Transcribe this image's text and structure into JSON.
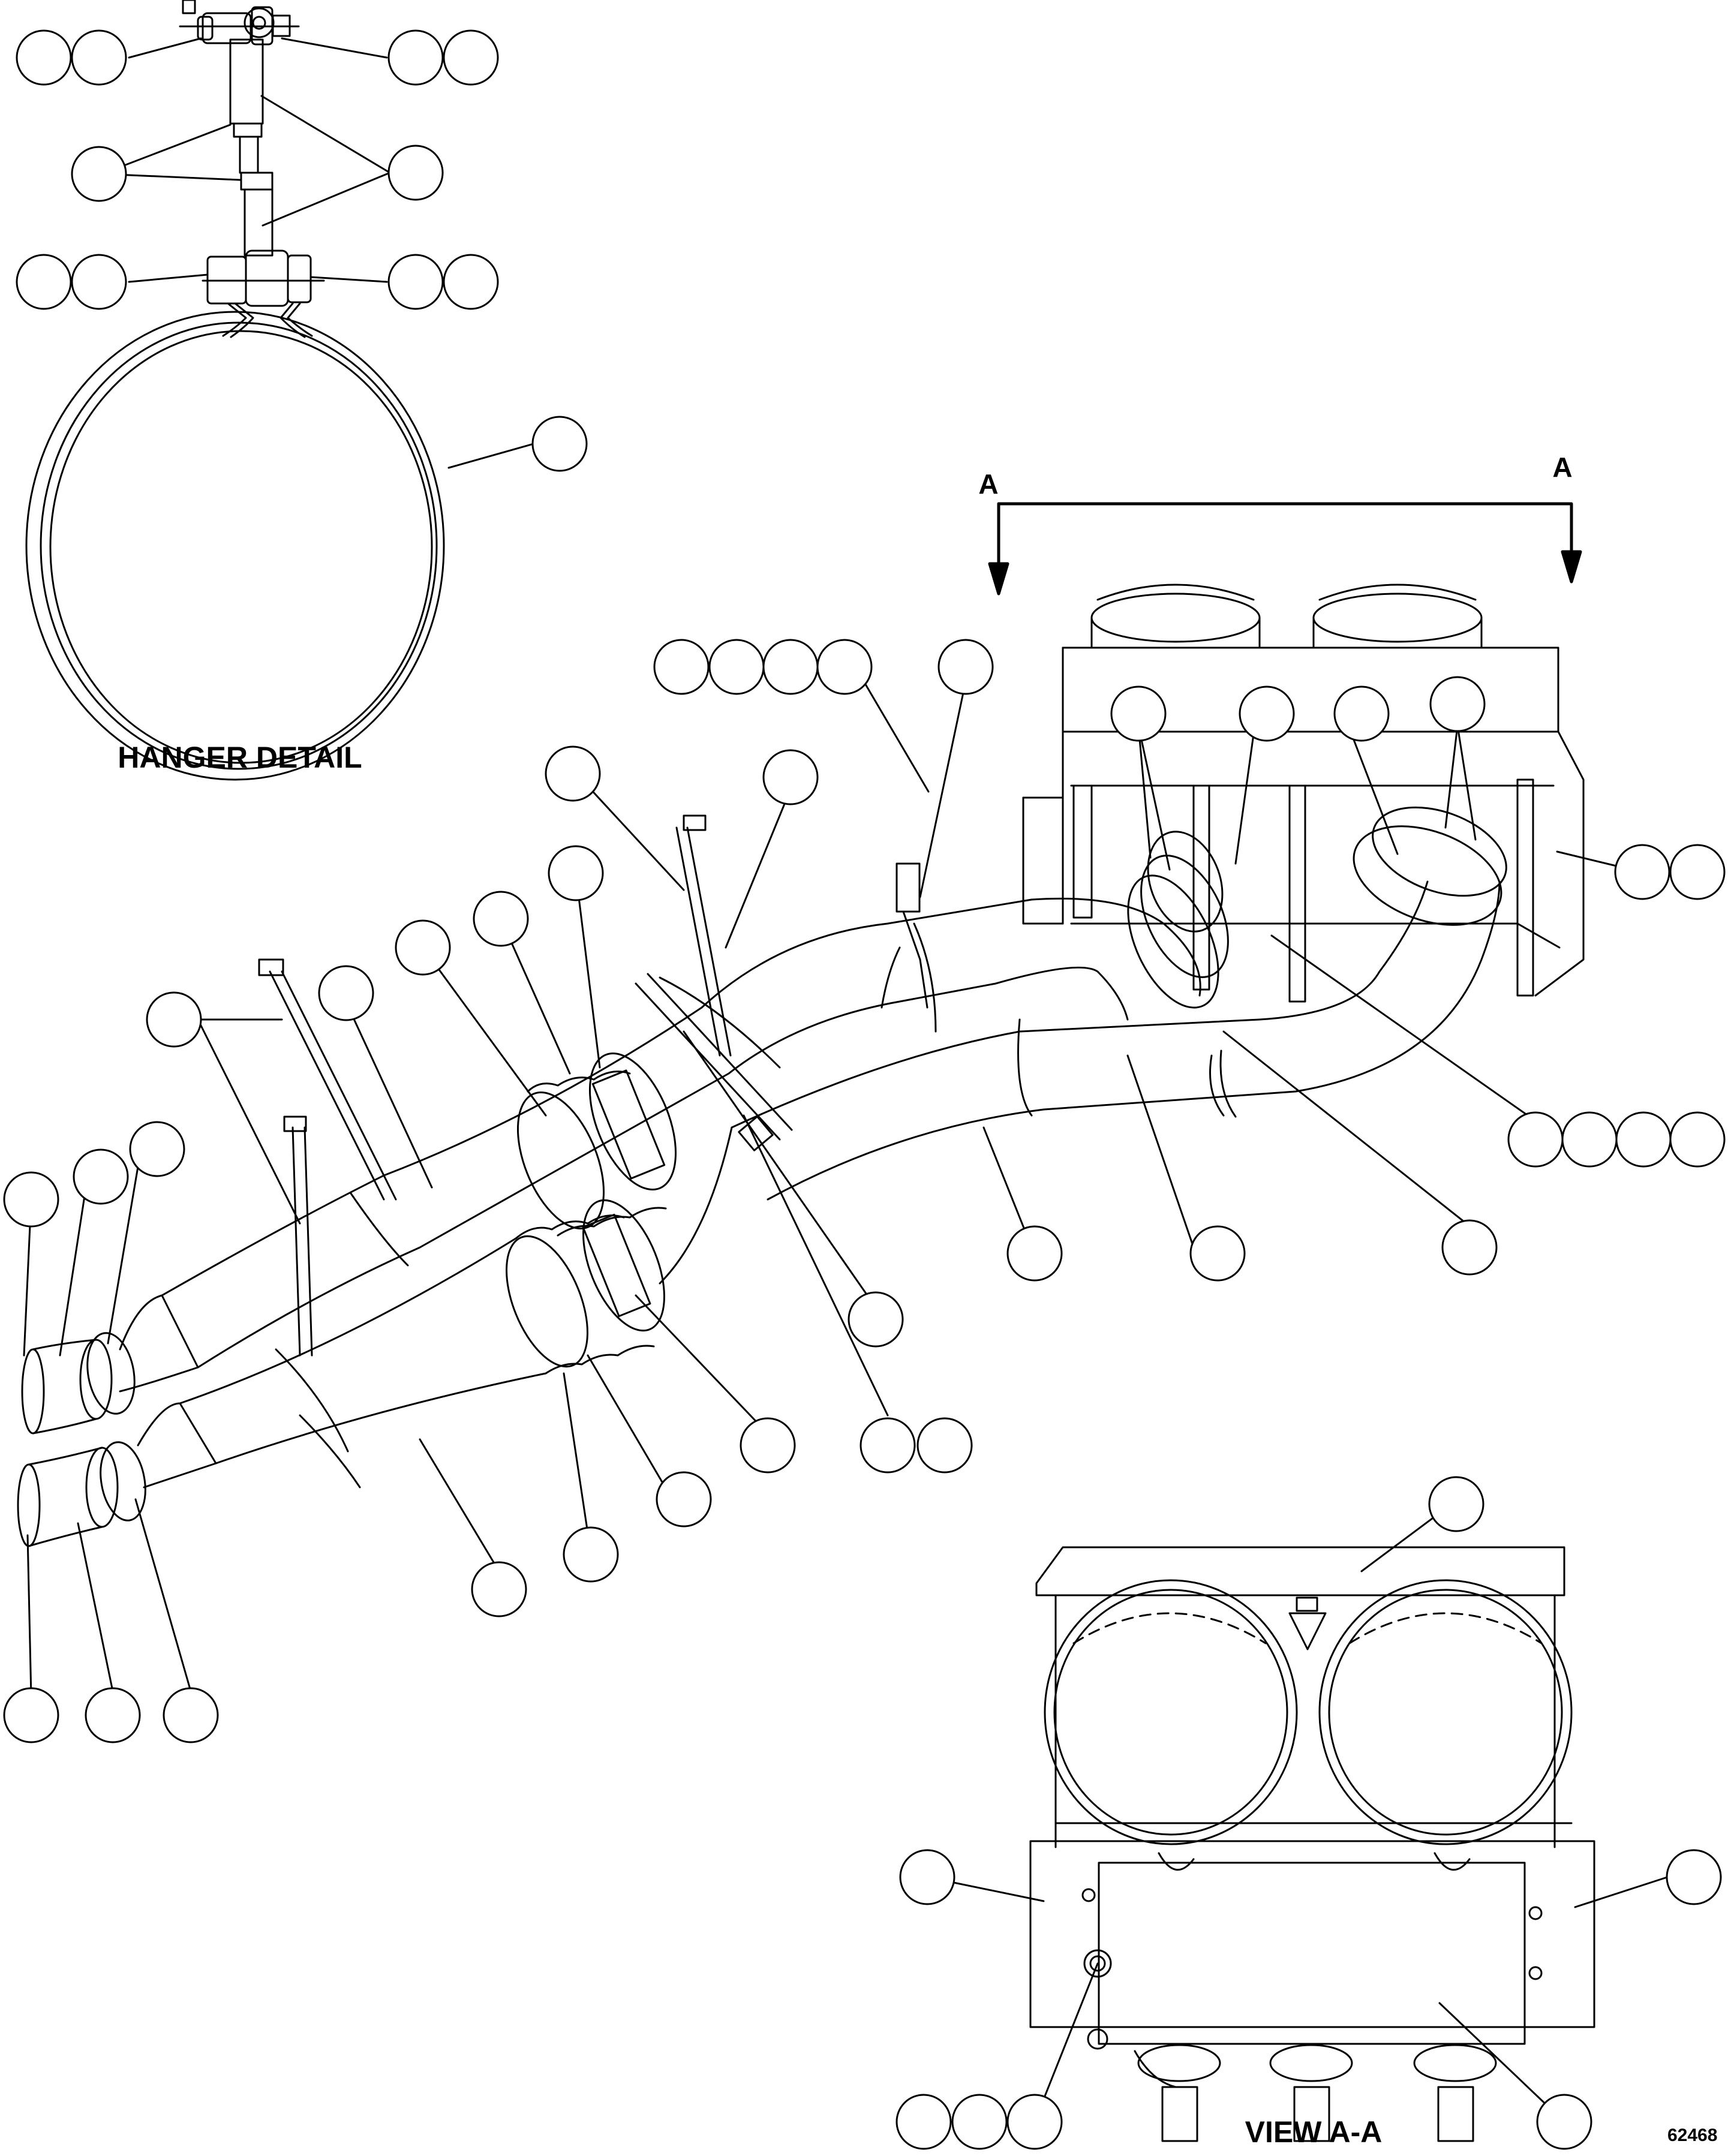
{
  "captions": {
    "hanger_detail": "HANGER DETAIL",
    "view_aa": "VIEW A-A"
  },
  "section_marks": {
    "left": "A",
    "right": "A"
  },
  "figure_number": "62468",
  "callout_style": {
    "stroke": "#000000",
    "fill": "#ffffff"
  }
}
